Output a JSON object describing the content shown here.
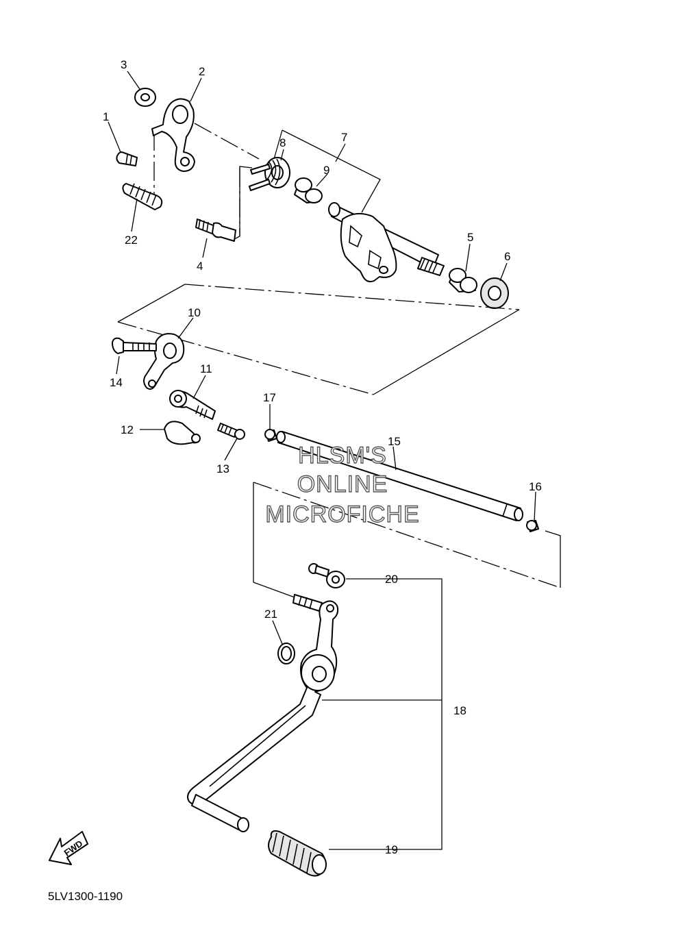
{
  "callouts": [
    "1",
    "2",
    "3",
    "4",
    "5",
    "6",
    "7",
    "8",
    "9",
    "10",
    "11",
    "12",
    "13",
    "14",
    "15",
    "16",
    "17",
    "18",
    "19",
    "20",
    "21",
    "22"
  ],
  "watermark": [
    "HLSM'S",
    "ONLINE",
    "MICROFICHE"
  ],
  "fwd_label": "FWD",
  "diagram_code": "5LV1300-1190"
}
